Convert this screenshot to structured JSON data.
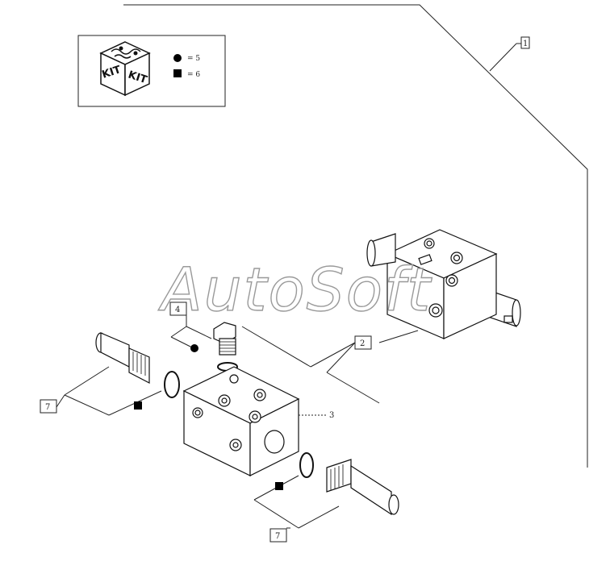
{
  "watermark": "AutoSoft",
  "kit_legend": {
    "kit_left": "KIT",
    "kit_right": "KIT",
    "circle_entry": "= 5",
    "square_entry": "= 6"
  },
  "callouts": {
    "c1": "1",
    "c2": "2",
    "c3": "3",
    "c4": "4",
    "c7_left": "7",
    "c7_bottom": "7"
  }
}
